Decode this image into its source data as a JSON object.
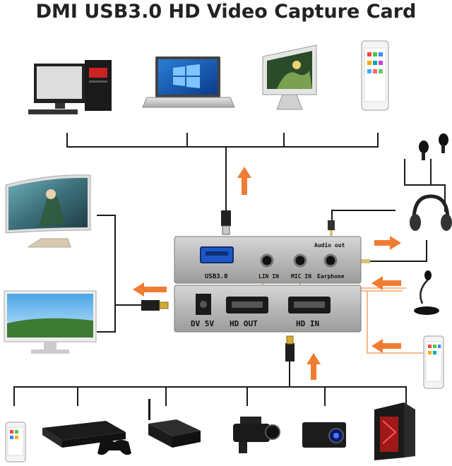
{
  "title": "DMI USB3.0 HD Video Capture Card",
  "device": {
    "top_ports": {
      "usb": "USB3.0",
      "line_in": "LIN IN",
      "mic_in": "MIC IN",
      "earphone": "Earphone",
      "audio_out": "Audio out"
    },
    "bottom_ports": {
      "power": "DV 5V",
      "hd_out": "HD OUT",
      "hd_in": "HD IN"
    }
  },
  "devices": {
    "top": [
      "desktop-computer",
      "laptop",
      "all-in-one-pc",
      "smartphone"
    ],
    "left": [
      "gaming-monitor",
      "display-monitor"
    ],
    "right": [
      "earbuds",
      "headphones",
      "microphone",
      "smartphone"
    ],
    "bottom": [
      "smartphone",
      "game-console",
      "tv-box",
      "camcorder",
      "projector",
      "gaming-pc"
    ]
  },
  "colors": {
    "arrow": "#f07c33",
    "device_body": "#bcbcbc",
    "port": "#222222",
    "line": "#1a1a1a",
    "audio_line": "#f0a46a"
  }
}
